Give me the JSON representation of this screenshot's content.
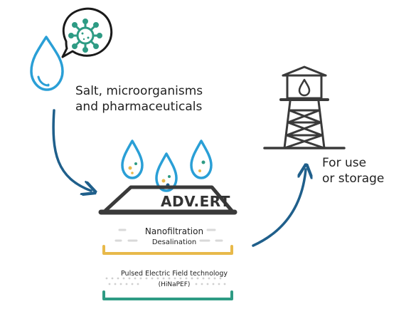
{
  "source_caption": {
    "line1": "Salt, microorganisms",
    "line2": "and pharmaceuticals"
  },
  "destination_caption": {
    "line1": "For use",
    "line2": "or storage"
  },
  "device": {
    "brand": "ADV.ERT",
    "stage1_name": "Nanofiltration",
    "stage1_sub": "Desalination",
    "stage2_name": "Pulsed Electric Field technology",
    "stage2_sub": "(HiNaPEF)"
  },
  "colors": {
    "water_blue": "#2a9fd6",
    "arrow_blue": "#1f5f8b",
    "teal": "#2e9b84",
    "mustard": "#e8b94a",
    "dark_gray": "#3a3a3a"
  }
}
